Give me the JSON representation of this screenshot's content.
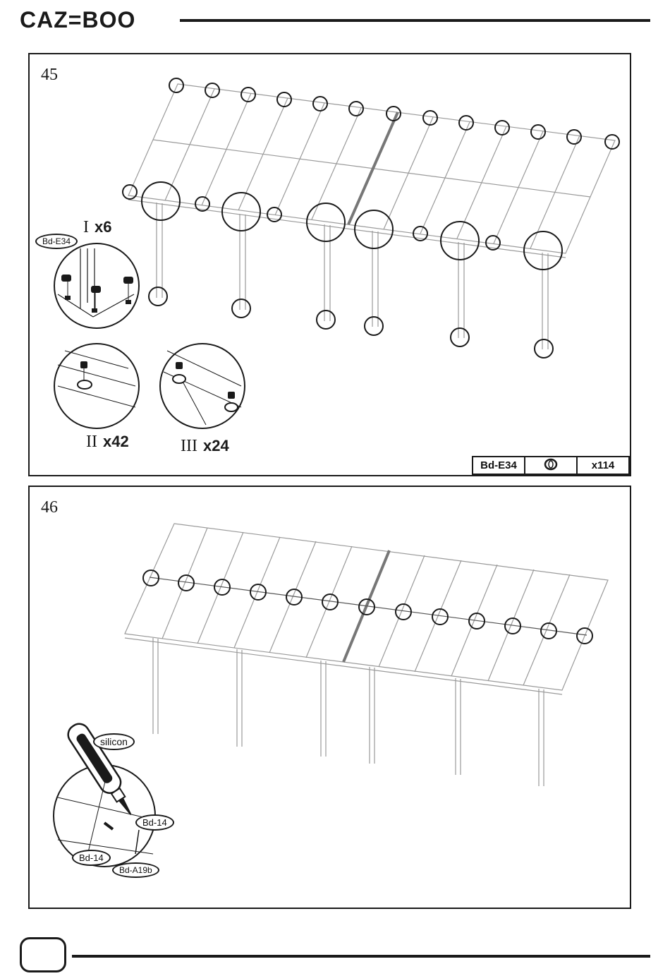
{
  "header": {
    "brand": "CAZ=BOO"
  },
  "step45": {
    "number": "45",
    "details": [
      {
        "roman": "I",
        "qty": "x6"
      },
      {
        "roman": "II",
        "qty": "x42"
      },
      {
        "roman": "III",
        "qty": "x24"
      }
    ],
    "part_callout": "Bd-E34",
    "parts_table": {
      "part": "Bd-E34",
      "icon": "cap-icon",
      "qty": "x114"
    }
  },
  "step46": {
    "number": "46",
    "callouts": {
      "silicon": "silicon",
      "bd14_right": "Bd-14",
      "bd14_left": "Bd-14",
      "a19b": "Bd-A19b"
    }
  },
  "colors": {
    "ink": "#1a1a1a",
    "light_line": "#9a9a9a"
  }
}
